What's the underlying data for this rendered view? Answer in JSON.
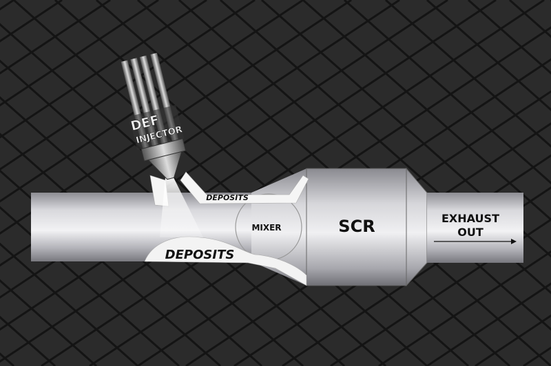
{
  "diagram": {
    "labels": {
      "injector_line1": "DEF",
      "injector_line2": "INJECTOR",
      "deposits_upper": "DEPOSITS",
      "deposits_lower": "DEPOSITS",
      "mixer": "MIXER",
      "scr": "SCR",
      "exhaust_line1": "EXHAUST",
      "exhaust_line2": "OUT"
    },
    "colors": {
      "background": "#2b2b2b",
      "grid": "#111111",
      "pipe_light": "#e6e6e8",
      "pipe_dark": "#8a8a90",
      "text": "#111111",
      "deposit": "#f4f4f4"
    }
  }
}
